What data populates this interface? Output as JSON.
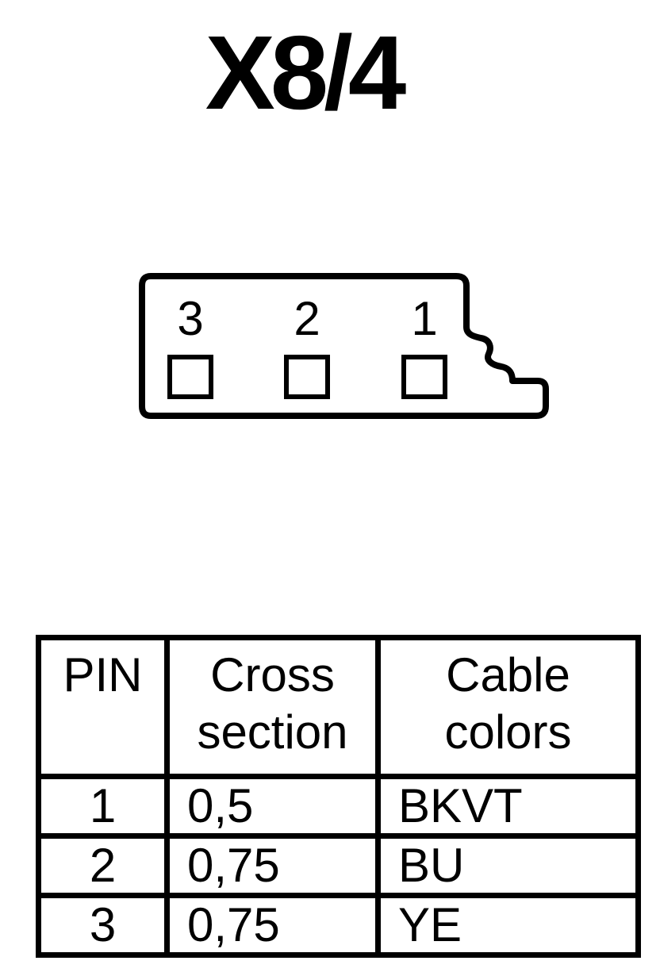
{
  "title": "X8/4",
  "connector": {
    "pins": [
      "3",
      "2",
      "1"
    ]
  },
  "table": {
    "headers": [
      [
        "PIN"
      ],
      [
        "Cross",
        "section"
      ],
      [
        "Cable",
        "colors"
      ]
    ],
    "rows": [
      [
        "1",
        "0,5",
        "BKVT"
      ],
      [
        "2",
        "0,75",
        "BU"
      ],
      [
        "3",
        "0,75",
        "YE"
      ]
    ]
  }
}
